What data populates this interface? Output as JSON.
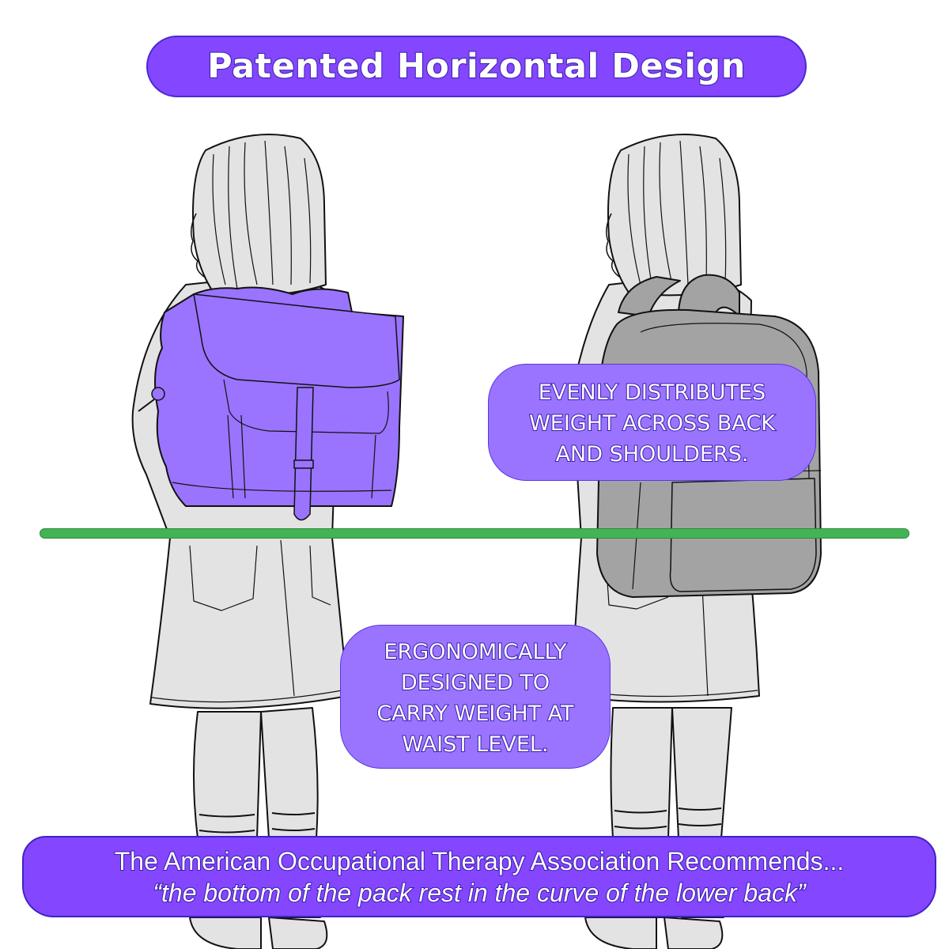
{
  "title": "Patented Horizontal Design",
  "callouts": {
    "weight_distribution": {
      "lines": [
        "EVENLY DISTRIBUTES",
        "WEIGHT ACROSS BACK",
        "AND SHOULDERS."
      ]
    },
    "waist_level": {
      "lines": [
        "ERGONOMICALLY",
        "DESIGNED TO",
        "CARRY WEIGHT AT",
        "WAIST LEVEL."
      ]
    }
  },
  "banner": {
    "headline": "The American Occupational Therapy Association Recommends...",
    "quote": "“the bottom of the pack rest in the curve of the lower back”"
  },
  "illustrations": {
    "left": {
      "subject": "girl-back-view",
      "bag": "horizontal-backpack",
      "bag_color": "#9a74ff"
    },
    "right": {
      "subject": "girl-back-view",
      "bag": "vertical-backpack",
      "bag_color": "#a3a3a3"
    }
  },
  "colors": {
    "brand_purple": "#8446ff",
    "callout_purple": "#9a74ff",
    "waist_line_green": "#43b455",
    "figure_fill": "#e3e3e3",
    "outline": "#111111"
  }
}
